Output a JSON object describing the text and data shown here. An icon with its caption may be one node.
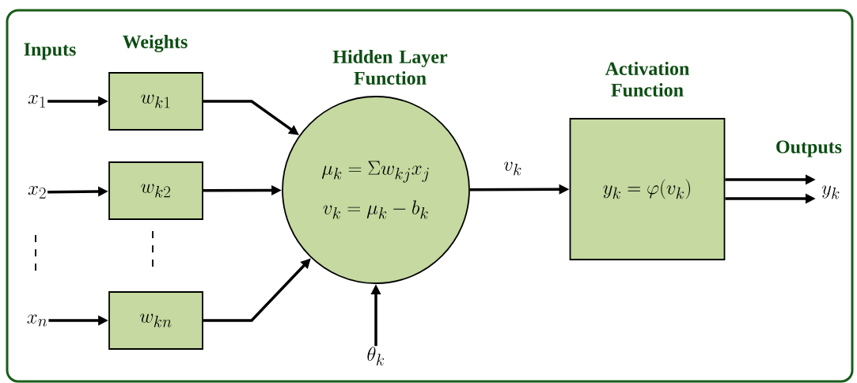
{
  "diagram": {
    "nodes": [
      {
        "text": [
          "x_{1}"
        ]
      },
      {
        "text": [
          "x_{2}"
        ]
      },
      {
        "text": [
          "x_{n}"
        ]
      },
      {
        "text": [
          "w_{k1}"
        ]
      },
      {
        "text": [
          "w_{k2}"
        ]
      },
      {
        "text": [
          "w_{kn}"
        ]
      },
      {
        "text": [
          "Hidden Layer Function",
          "\\mu_{k}=\\Sigma w_{kj}x_{j}",
          "v_{k}=\\mu_{k}-b_{k}"
        ]
      },
      {
        "text": [
          "Activation Function",
          "y_{k}=\\varphi(v_{k})"
        ]
      },
      {
        "text": [
          "\\theta_{k}"
        ]
      },
      {
        "text": [
          "y_{k}"
        ]
      }
    ],
    "edges": [
      {
        "from": 0,
        "to": 3,
        "arrow": "to"
      },
      {
        "from": 1,
        "to": 4,
        "arrow": "to"
      },
      {
        "from": 2,
        "to": 5,
        "arrow": "to"
      },
      {
        "from": 3,
        "to": 6,
        "arrow": "to"
      },
      {
        "from": 4,
        "to": 6,
        "arrow": "to"
      },
      {
        "from": 5,
        "to": 6,
        "arrow": "to"
      },
      {
        "from": 8,
        "to": 6,
        "arrow": "to"
      },
      {
        "from": 6,
        "to": 7,
        "arrow": "to",
        "label": "v_{k}"
      },
      {
        "from": 7,
        "to": 9,
        "arrow": "to"
      },
      {
        "from": 7,
        "to": 9,
        "arrow": "to"
      }
    ],
    "labels": [
      "Inputs",
      "Weights",
      "Outputs"
    ]
  }
}
